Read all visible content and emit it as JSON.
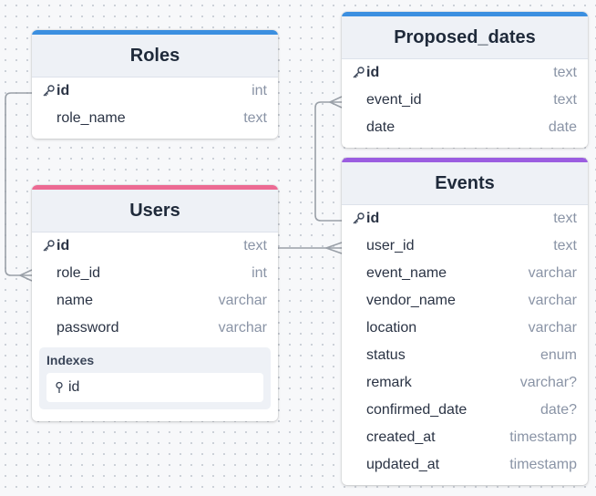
{
  "colors": {
    "roles": "#3b8fe0",
    "users": "#ec6a93",
    "proposed_dates": "#3b8fe0",
    "events": "#9b5de0",
    "line": "#9aa0a8"
  },
  "tables": {
    "roles": {
      "title": "Roles",
      "columns": [
        {
          "name": "id",
          "type": "int",
          "pk": true
        },
        {
          "name": "role_name",
          "type": "text"
        }
      ]
    },
    "users": {
      "title": "Users",
      "columns": [
        {
          "name": "id",
          "type": "text",
          "pk": true
        },
        {
          "name": "role_id",
          "type": "int"
        },
        {
          "name": "name",
          "type": "varchar"
        },
        {
          "name": "password",
          "type": "varchar"
        }
      ],
      "indexes_title": "Indexes",
      "index_item": "id"
    },
    "proposed_dates": {
      "title": "Proposed_dates",
      "columns": [
        {
          "name": "id",
          "type": "text",
          "pk": true
        },
        {
          "name": "event_id",
          "type": "text"
        },
        {
          "name": "date",
          "type": "date"
        }
      ]
    },
    "events": {
      "title": "Events",
      "columns": [
        {
          "name": "id",
          "type": "text",
          "pk": true
        },
        {
          "name": "user_id",
          "type": "text"
        },
        {
          "name": "event_name",
          "type": "varchar"
        },
        {
          "name": "vendor_name",
          "type": "varchar"
        },
        {
          "name": "location",
          "type": "varchar"
        },
        {
          "name": "status",
          "type": "enum"
        },
        {
          "name": "remark",
          "type": "varchar?"
        },
        {
          "name": "confirmed_date",
          "type": "date?"
        },
        {
          "name": "created_at",
          "type": "timestamp"
        },
        {
          "name": "updated_at",
          "type": "timestamp"
        }
      ]
    }
  }
}
